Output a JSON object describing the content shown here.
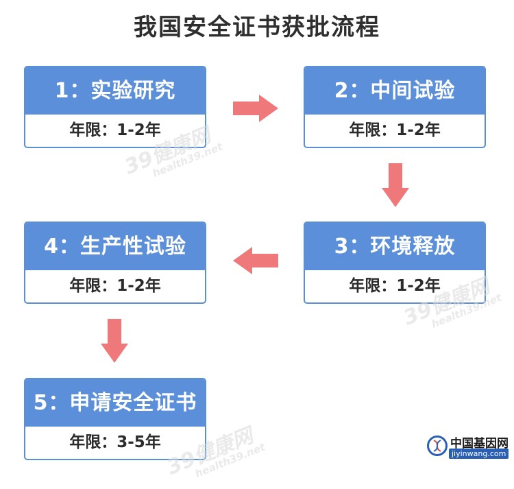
{
  "title": "我国安全证书获批流程",
  "steps": [
    {
      "label": "1：实验研究",
      "duration": "年限：1-2年"
    },
    {
      "label": "2：中间试验",
      "duration": "年限：1-2年"
    },
    {
      "label": "3：环境释放",
      "duration": "年限：1-2年"
    },
    {
      "label": "4：生产性试验",
      "duration": "年限：1-2年"
    },
    {
      "label": "5：申请安全证书",
      "duration": "年限：3-5年"
    }
  ],
  "watermark": {
    "main": "39健康网",
    "sub": "health39.net"
  },
  "brand": {
    "name": "中国基因网",
    "url": "jiyinwang.com"
  },
  "colors": {
    "header": "#5b8fd9",
    "border": "#5a8fd6",
    "arrow": "#ef787a"
  }
}
